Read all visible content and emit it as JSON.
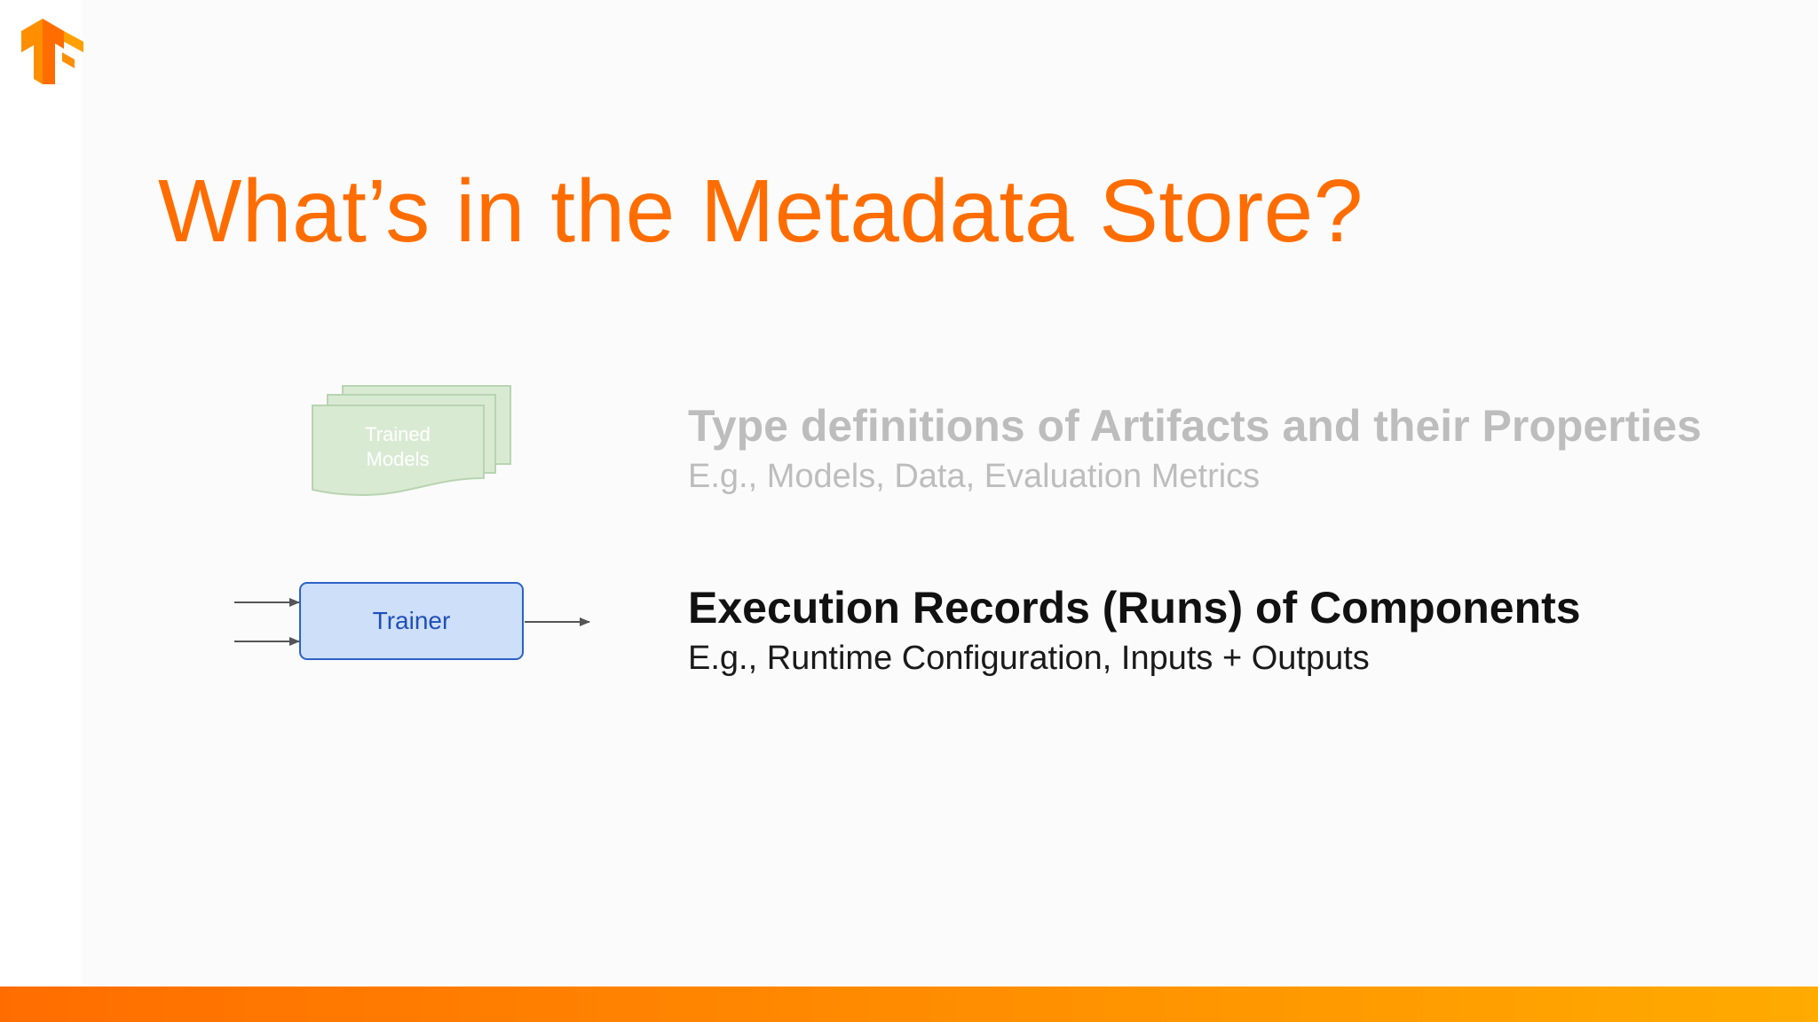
{
  "slide": {
    "title": "What’s in the Metadata Store?",
    "brand_color": "#ff6d00",
    "logo_icon": "tensorflow-logo-icon"
  },
  "items": [
    {
      "heading": "Type definitions of Artifacts and their Properties",
      "subtext": "E.g., Models, Data, Evaluation Metrics",
      "state": "dimmed",
      "diagram": {
        "icon": "stacked-documents-icon",
        "label_lines": [
          "Trained",
          "Models"
        ],
        "fill_color": "#d9ead3"
      }
    },
    {
      "heading": "Execution Records (Runs) of Components",
      "subtext": "E.g., Runtime Configuration, Inputs + Outputs",
      "state": "highlighted",
      "diagram": {
        "component_label": "Trainer",
        "inputs": 2,
        "outputs": 1,
        "fill_color": "#cddff9",
        "border_color": "#2d62c6"
      }
    }
  ]
}
